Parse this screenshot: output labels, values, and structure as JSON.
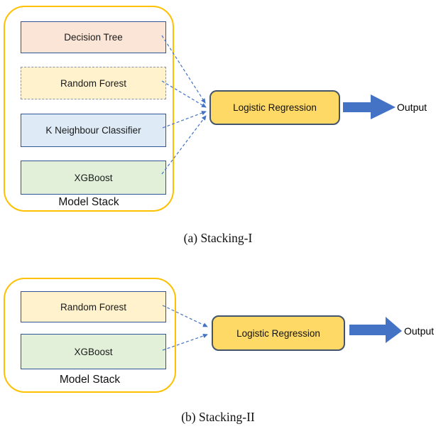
{
  "figures": [
    {
      "caption": "(a) Stacking-I",
      "model_stack": {
        "label": "Model Stack",
        "models": [
          "Decision Tree",
          "Random Forest",
          "K Neighbour Classifier",
          "XGBoost"
        ]
      },
      "meta_model": "Logistic Regression",
      "output_label": "Output"
    },
    {
      "caption": "(b) Stacking-II",
      "model_stack": {
        "label": "Model Stack",
        "models": [
          "Random Forest",
          "XGBoost"
        ]
      },
      "meta_model": "Logistic Regression",
      "output_label": "Output"
    }
  ],
  "colors": {
    "container_border": "#FFC000",
    "model_box_border": "#2F5597",
    "random_forest_dashed_border": "#8496B0",
    "decision_tree_fill": "#FBE5D6",
    "random_forest_fill": "#FFF2CC",
    "k_neighbour_fill": "#DEEBF7",
    "xgboost_fill": "#E2F0D9",
    "meta_model_fill": "#FFD966",
    "meta_model_border": "#44546A",
    "connector_arrow": "#4472C4",
    "output_arrow": "#4472C4",
    "text": "#111111"
  }
}
